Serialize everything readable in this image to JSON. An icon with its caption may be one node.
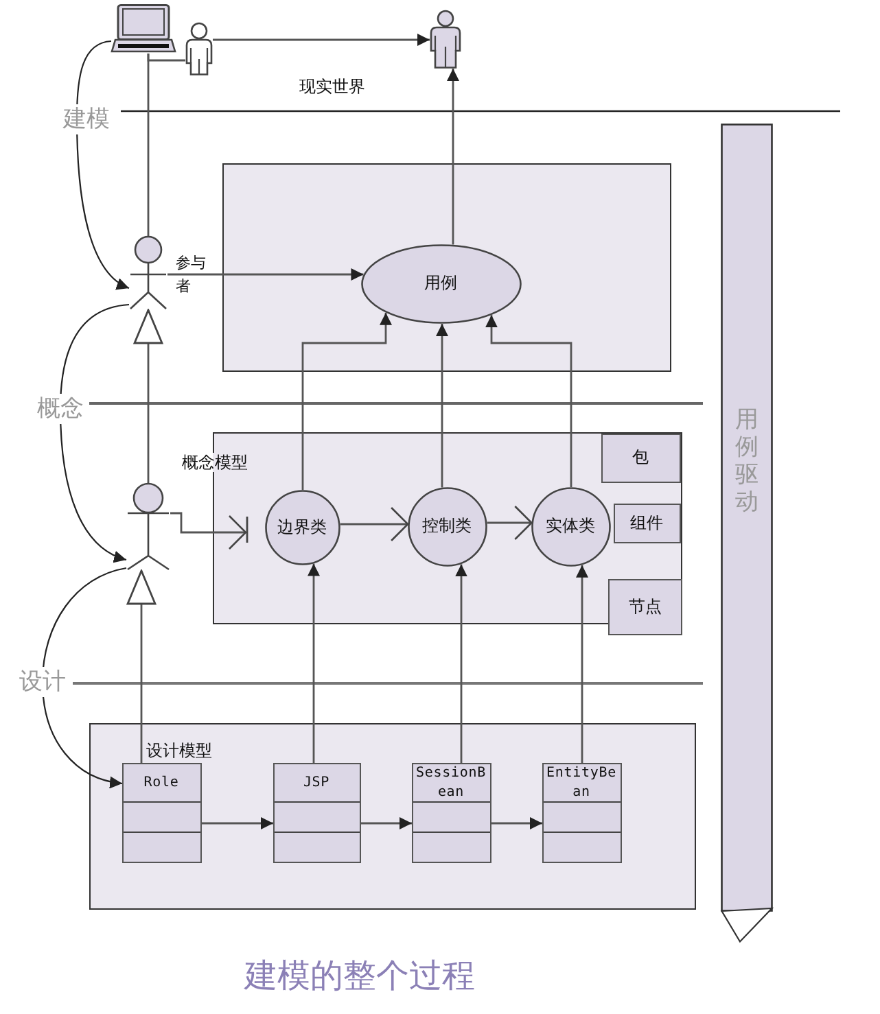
{
  "diagram": {
    "caption": "建模的整个过程",
    "nodes": [
      {
        "text": [],
        "shape": "picture"
      },
      {
        "text": [],
        "shape": "person"
      },
      {
        "text": [],
        "shape": "person"
      },
      {
        "text": [],
        "shape": "box"
      },
      {
        "text": [],
        "shape": "person",
        "beside": [
          "参与者"
        ]
      },
      {
        "text": [
          "用例"
        ],
        "in": 3
      },
      {
        "text": [
          "概念模型"
        ]
      },
      {
        "text": [],
        "shape": "person"
      },
      {
        "text": [
          "边界类"
        ],
        "in": 6
      },
      {
        "text": [
          "控制类"
        ],
        "in": 6
      },
      {
        "text": [
          "实体类"
        ],
        "in": 6
      },
      {
        "text": [
          "包"
        ],
        "in": 6
      },
      {
        "text": [
          "组件"
        ],
        "in": 6
      },
      {
        "text": [
          "节点"
        ]
      },
      {
        "text": [
          "设计模型"
        ]
      },
      {
        "text": [
          "Role"
        ],
        "in": 14
      },
      {
        "text": [
          "JSP"
        ],
        "in": 14
      },
      {
        "text": [
          "SessionBean"
        ],
        "in": 14
      },
      {
        "text": [
          "EntityBean"
        ],
        "in": 14
      },
      {
        "text": [
          "用例驱动"
        ]
      }
    ],
    "edges": [
      {
        "from": 0,
        "to": 4,
        "arrow": "none"
      },
      {
        "from": 0,
        "to": 1,
        "arrow": "none"
      },
      {
        "from": 1,
        "to": 2,
        "arrow": "to"
      },
      {
        "from": 5,
        "to": 2,
        "arrow": "to"
      },
      {
        "from": 4,
        "to": 5,
        "arrow": "to"
      },
      {
        "from": 0,
        "to": 4,
        "arrow": "to",
        "label": "建模"
      },
      {
        "from": 7,
        "to": 4,
        "arrow": "to"
      },
      {
        "from": 4,
        "to": 7,
        "arrow": "to",
        "label": "概念"
      },
      {
        "from": 7,
        "to": 8,
        "arrow": "to"
      },
      {
        "from": 8,
        "to": 9,
        "arrow": "to"
      },
      {
        "from": 9,
        "to": 10,
        "arrow": "to"
      },
      {
        "from": 8,
        "to": 5,
        "arrow": "to"
      },
      {
        "from": 9,
        "to": 5,
        "arrow": "to"
      },
      {
        "from": 10,
        "to": 5,
        "arrow": "to"
      },
      {
        "from": 7,
        "to": 15,
        "arrow": "to",
        "label": "设计"
      },
      {
        "from": 15,
        "to": 7,
        "arrow": "to"
      },
      {
        "from": 16,
        "to": 8,
        "arrow": "to"
      },
      {
        "from": 17,
        "to": 9,
        "arrow": "to"
      },
      {
        "from": 18,
        "to": 10,
        "arrow": "to"
      },
      {
        "from": 15,
        "to": 16,
        "arrow": "to"
      },
      {
        "from": 16,
        "to": 17,
        "arrow": "to"
      },
      {
        "from": 17,
        "to": 18,
        "arrow": "to"
      }
    ],
    "labels": [
      "现实世界"
    ]
  }
}
